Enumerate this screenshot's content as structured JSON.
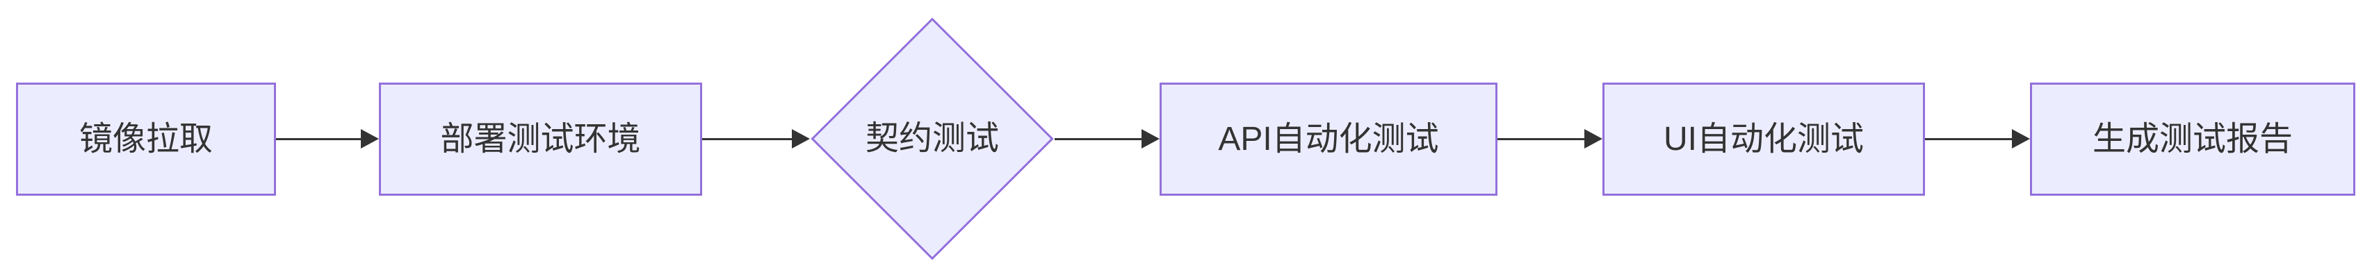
{
  "theme": {
    "canvas-bg": "#ffffff",
    "node-fill": "#ECECFF",
    "node-border": "#9370DB",
    "arrow-color": "#333333",
    "text-color": "#333333"
  },
  "diagram": {
    "type": "flowchart-left-to-right",
    "nodes": [
      {
        "id": "image-pull",
        "label": "镜像拉取",
        "shape": "rect"
      },
      {
        "id": "deploy-test-env",
        "label": "部署测试环境",
        "shape": "rect"
      },
      {
        "id": "contract-test",
        "label": "契约测试",
        "shape": "diamond"
      },
      {
        "id": "api-auto-test",
        "label": "API自动化测试",
        "shape": "rect"
      },
      {
        "id": "ui-auto-test",
        "label": "UI自动化测试",
        "shape": "rect"
      },
      {
        "id": "gen-test-report",
        "label": "生成测试报告",
        "shape": "rect"
      }
    ],
    "edges": [
      {
        "from": "image-pull",
        "to": "deploy-test-env"
      },
      {
        "from": "deploy-test-env",
        "to": "contract-test"
      },
      {
        "from": "contract-test",
        "to": "api-auto-test"
      },
      {
        "from": "api-auto-test",
        "to": "ui-auto-test"
      },
      {
        "from": "ui-auto-test",
        "to": "gen-test-report"
      }
    ]
  }
}
